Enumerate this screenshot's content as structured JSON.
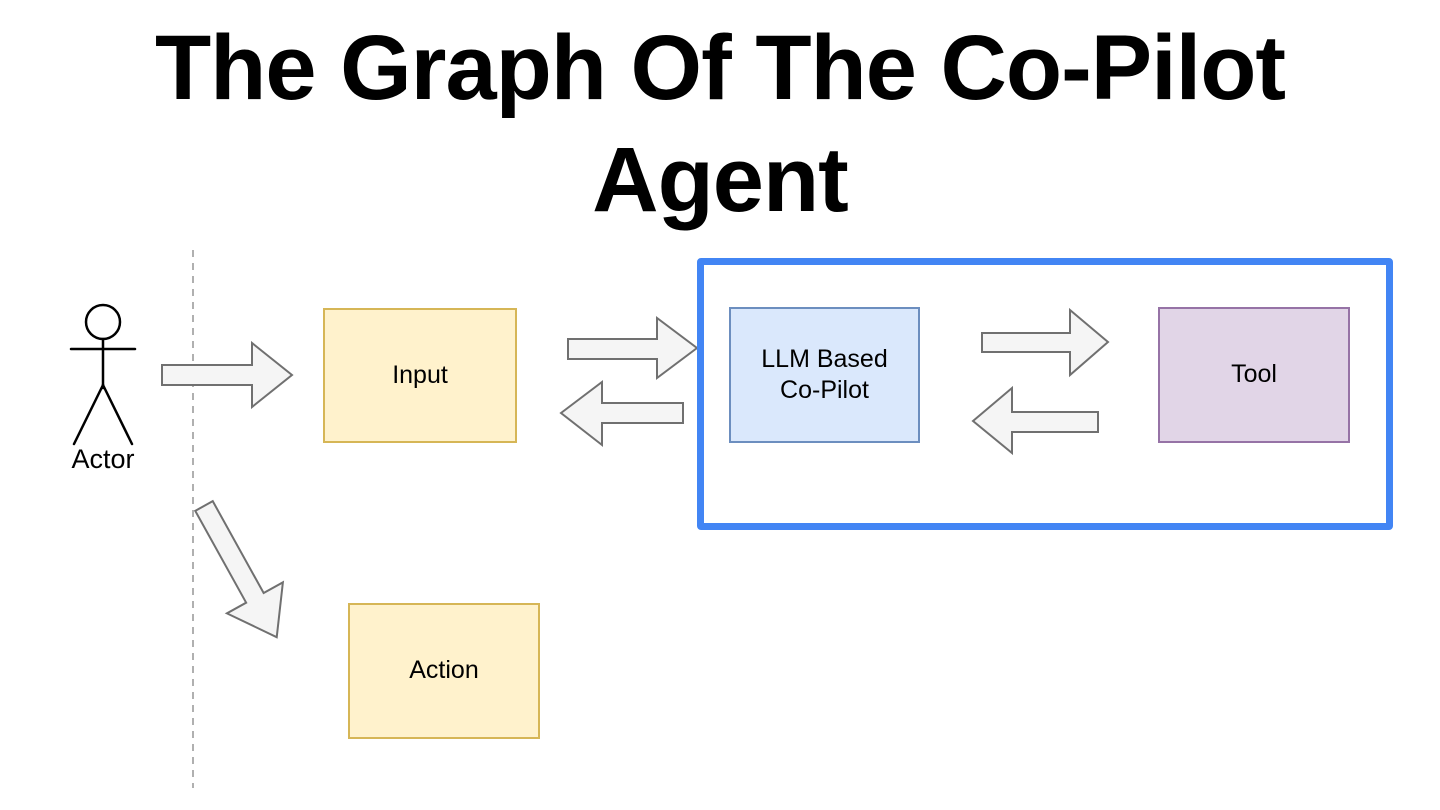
{
  "title": "The Graph Of The Co-Pilot Agent",
  "diagram": {
    "actor": {
      "label": "Actor"
    },
    "nodes": {
      "input": {
        "label": "Input",
        "fill": "#FFF2CC",
        "border": "#D6B656"
      },
      "llm": {
        "label": "LLM Based Co-Pilot",
        "fill": "#DAE8FC",
        "border": "#6C8EBF"
      },
      "tool": {
        "label": "Tool",
        "fill": "#E1D5E7",
        "border": "#9673A6"
      },
      "action": {
        "label": "Action",
        "fill": "#FFF2CC",
        "border": "#D6B656"
      }
    },
    "boundary": {
      "contains": [
        "LLM Based Co-Pilot",
        "Tool"
      ],
      "border_color": "#4285F4"
    },
    "arrows": [
      {
        "name": "actor-to-input",
        "from": "Actor",
        "to": "Input",
        "direction": "right"
      },
      {
        "name": "input-to-copilot",
        "from": "Input",
        "to": "LLM Based Co-Pilot",
        "direction": "right"
      },
      {
        "name": "copilot-to-input",
        "from": "LLM Based Co-Pilot",
        "to": "Input",
        "direction": "left"
      },
      {
        "name": "copilot-to-tool",
        "from": "LLM Based Co-Pilot",
        "to": "Tool",
        "direction": "right"
      },
      {
        "name": "tool-to-copilot",
        "from": "Tool",
        "to": "LLM Based Co-Pilot",
        "direction": "left"
      },
      {
        "name": "input-to-action",
        "from": "Input",
        "to": "Action",
        "direction": "down-right"
      }
    ],
    "styles": {
      "arrow_fill": "#F5F5F5",
      "arrow_stroke": "#707070",
      "divider_color": "#B0B0B0",
      "actor_stroke": "#000000"
    }
  }
}
